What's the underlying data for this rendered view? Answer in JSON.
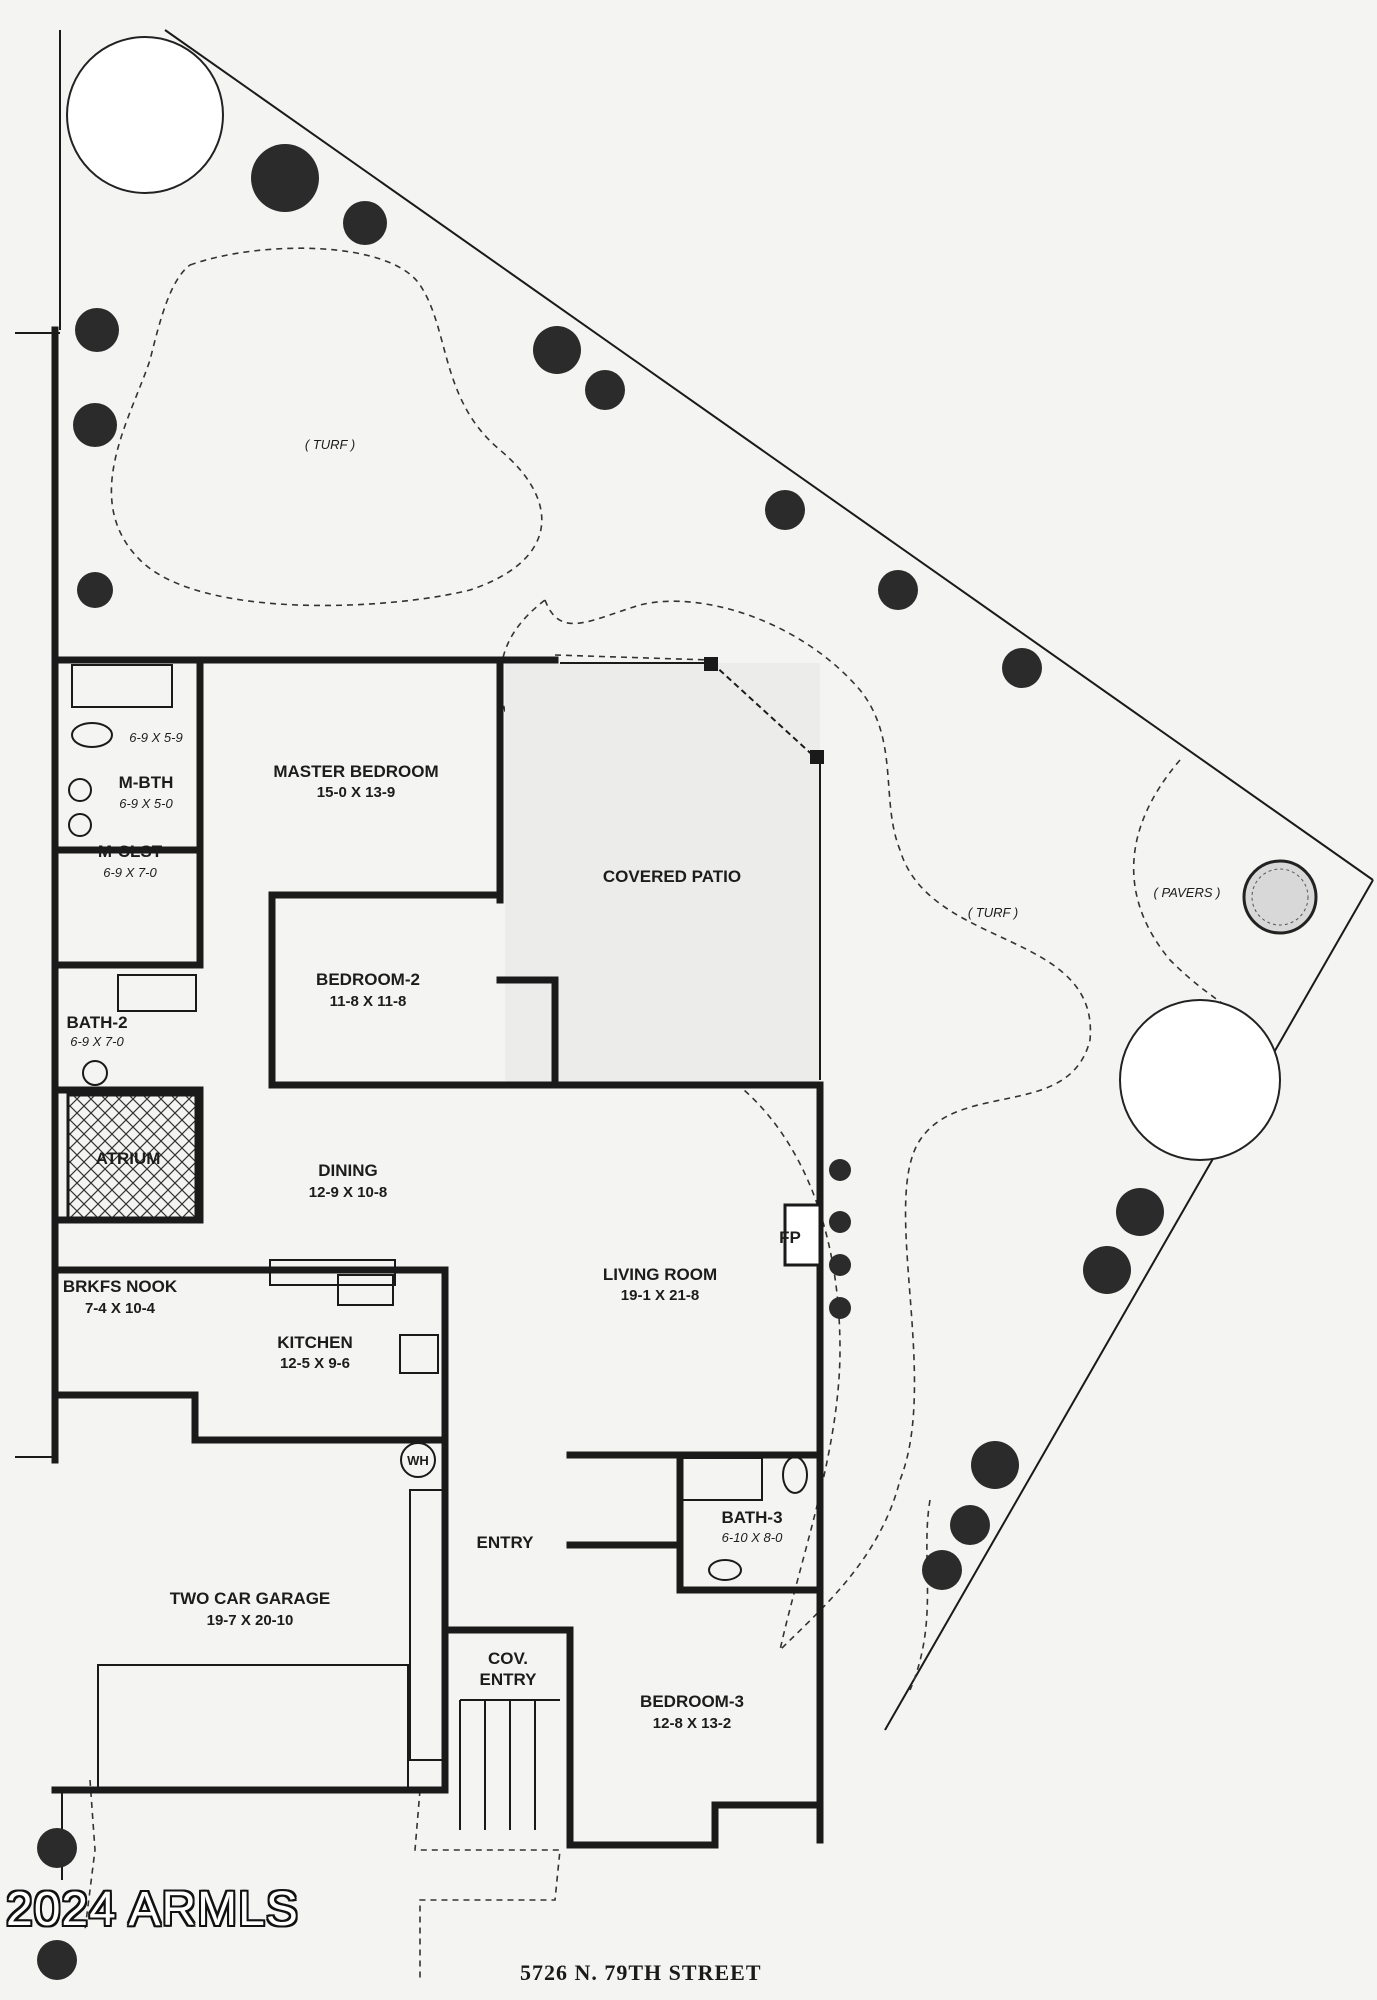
{
  "rooms": {
    "turf_north": "( TURF )",
    "turf_east": "( TURF )",
    "pavers": "( PAVERS )",
    "master_bedroom": "MASTER BEDROOM",
    "master_bedroom_dim": "15-0  X  13-9",
    "m_bath_tub": "6-9 X 5-9",
    "m_bath": "M-BTH",
    "m_bath_dim": "6-9 X 5-0",
    "m_closet": "M-CLST",
    "m_closet_dim": "6-9 X 7-0",
    "covered_patio": "COVERED PATIO",
    "bedroom2": "BEDROOM-2",
    "bedroom2_dim": "11-8  X  11-8",
    "bath2": "BATH-2",
    "bath2_dim": "6-9 X 7-0",
    "atrium": "ATRIUM",
    "dining": "DINING",
    "dining_dim": "12-9 X 10-8",
    "fireplace": "FP",
    "living_room": "LIVING ROOM",
    "living_room_dim": "19-1  X  21-8",
    "brkfs_nook": "BRKFS NOOK",
    "brkfs_nook_dim": "7-4  X  10-4",
    "kitchen": "KITCHEN",
    "kitchen_dim": "12-5 X 9-6",
    "water_heater": "WH",
    "entry": "ENTRY",
    "bath3": "BATH-3",
    "bath3_dim": "6-10 X 8-0",
    "garage": "TWO CAR GARAGE",
    "garage_dim": "19-7  X  20-10",
    "cov_entry_1": "COV.",
    "cov_entry_2": "ENTRY",
    "bedroom3": "BEDROOM-3",
    "bedroom3_dim": "12-8  X  13-2"
  },
  "footer": {
    "watermark": "2024 ARMLS",
    "address": "5726 N. 79TH STREET"
  }
}
